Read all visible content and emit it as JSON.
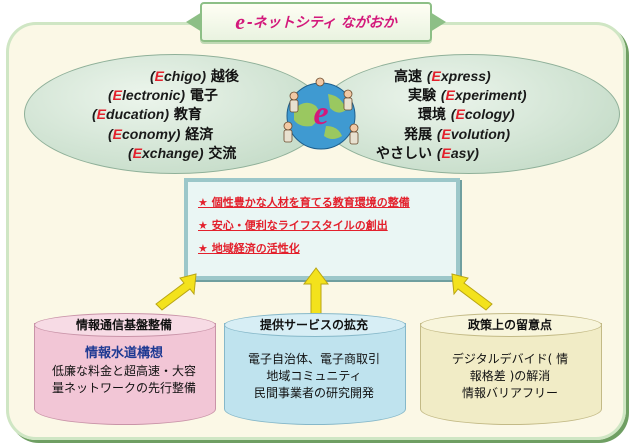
{
  "title": {
    "e": "e",
    "rest": "-ネットシティ ながおか"
  },
  "left_terms": [
    {
      "initial": "E",
      "en_rest": "chigo",
      "jp": "越後"
    },
    {
      "initial": "E",
      "en_rest": "lectronic",
      "jp": "電子"
    },
    {
      "initial": "E",
      "en_rest": "ducation",
      "jp": "教育"
    },
    {
      "initial": "E",
      "en_rest": "conomy",
      "jp": "経済"
    },
    {
      "initial": "E",
      "en_rest": "xchange",
      "jp": "交流"
    }
  ],
  "right_terms": [
    {
      "jp": "高速",
      "initial": "E",
      "en_rest": "xpress"
    },
    {
      "jp": "実験",
      "initial": "E",
      "en_rest": "xperiment"
    },
    {
      "jp": "環境",
      "initial": "E",
      "en_rest": "cology"
    },
    {
      "jp": "発展",
      "initial": "E",
      "en_rest": "volution"
    },
    {
      "jp": "やさしい",
      "initial": "E",
      "en_rest": "asy"
    }
  ],
  "goals": [
    "★ 個性豊かな人材を育てる教育環境の整備",
    "★ 安心・便利なライフスタイルの創出",
    "★ 地域経済の活性化"
  ],
  "pillars": [
    {
      "heading": "情報通信基盤整備",
      "emphasis": "情報水道構想",
      "lines": [
        "低廉な料金と超高速・大容",
        "量ネットワークの先行整備"
      ]
    },
    {
      "heading": "提供サービスの拡充",
      "lines": [
        "電子自治体、電子商取引",
        "地域コミュニティ",
        "民間事業者の研究開発"
      ]
    },
    {
      "heading": "政策上の留意点",
      "lines": [
        "デジタルデバイド( 情",
        "報格差 )の解消",
        "情報バリアフリー"
      ]
    }
  ],
  "colors": {
    "accent_red": "#e3202c",
    "title_magenta": "#d3197b",
    "emphasis_blue": "#1f3a93",
    "arrow_yellow": "#f3e21c"
  },
  "icons": [
    "globe-people-e-icon",
    "up-arrow-icon"
  ]
}
